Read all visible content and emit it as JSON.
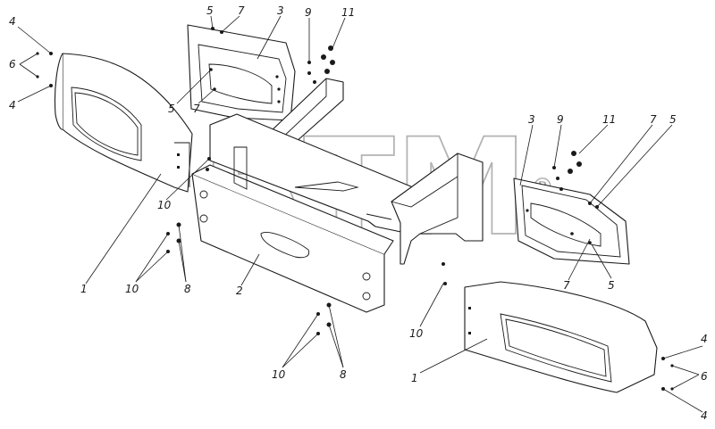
{
  "watermark": {
    "text": "BTM",
    "registered_mark": "®"
  },
  "callouts": {
    "c4_tl_top": "4",
    "c6_tl": "6",
    "c4_tl_bottom": "4",
    "c5_top": "5",
    "c7_top": "7",
    "c3_top": "3",
    "c9_top": "9",
    "c11_top": "11",
    "c5_mid_left": "5",
    "c7_mid_left": "7",
    "c3_right": "3",
    "c9_right": "9",
    "c11_right": "11",
    "c7_right": "7",
    "c5_right": "5",
    "c10_left": "10",
    "c10_left_pair": "10",
    "c8_left_pair": "8",
    "c1_left": "1",
    "c2_center": "2",
    "c7_right_low": "7",
    "c5_right_low": "5",
    "c10_center": "10",
    "c10_bottom": "10",
    "c8_bottom": "8",
    "c1_right": "1",
    "c4_br_top": "4",
    "c6_br": "6",
    "c4_br_bottom": "4"
  }
}
